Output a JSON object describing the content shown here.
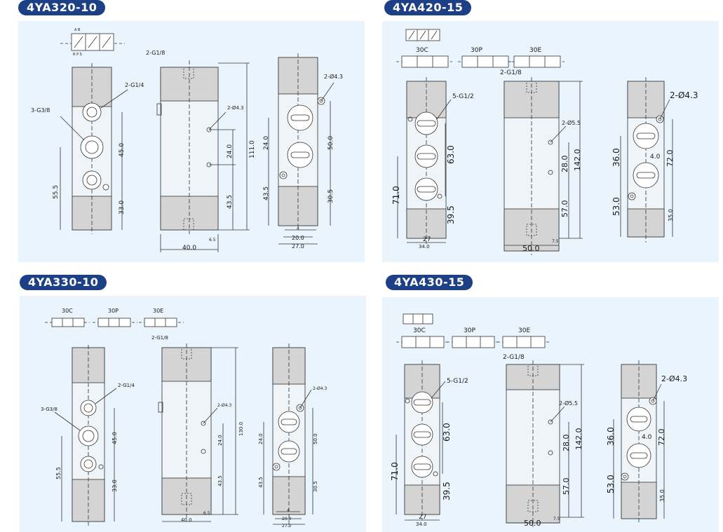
{
  "titles": {
    "q1": "4YA320-10",
    "q2": "4YA420-15",
    "q3": "4YA330-10",
    "q4": "4YA430-15"
  },
  "sym": {
    "c": "30C",
    "p": "30P",
    "e": "30E",
    "ab": "A  B",
    "rps": "R P S"
  },
  "q1": {
    "ports_small": "2-G1/4",
    "ports_big": "3-G3/8",
    "port_top": "2-G1/8",
    "hole_side": "2-Ø4.3",
    "hole_right": "2-Ø4.3",
    "d1": "55.5",
    "d2": "45.0",
    "d3": "33.0",
    "d4": "111.0",
    "d5": "24.0",
    "d6": "43.5",
    "d7": "6.5",
    "d8": "40.0",
    "d9": "24.0",
    "d10": "43.5",
    "d11": "50.0",
    "d12": "30.5",
    "d13": "4",
    "d14": "20.0",
    "d15": "27.0"
  },
  "q2": {
    "ports": "5-G1/2",
    "port_top": "2-G1/8",
    "hole_side": "2-Ø5.5",
    "hole_right": "2-Ø4.3",
    "d1": "71.0",
    "d2": "63.0",
    "d3": "39.5",
    "d4": "27",
    "d5": "34.0",
    "d6": "142.0",
    "d7": "28.0",
    "d8": "57.0",
    "d9": "7.5",
    "d10": "50.0",
    "d11": "36.0",
    "d12": "53.0",
    "d13": "72.0",
    "d14": "4.0",
    "d15": "35.0"
  },
  "q3": {
    "ports_small": "2-G1/4",
    "ports_big": "3-G3/8",
    "port_top": "2-G1/8",
    "hole_side": "2-Ø4.3",
    "hole_right": "2-Ø4.3",
    "d1": "55.5",
    "d2": "45.0",
    "d3": "33.0",
    "d4": "130.0",
    "d5": "24.0",
    "d6": "43.5",
    "d7": "6.5",
    "d8": "40.0",
    "d9": "24.0",
    "d10": "43.5",
    "d11": "50.0",
    "d12": "30.5",
    "d13": "4",
    "d14": "20.0",
    "d15": "27.0"
  },
  "q4": {
    "ports": "5-G1/2",
    "port_top": "2-G1/8",
    "hole_side": "2-Ø5.5",
    "hole_right": "2-Ø4.3",
    "d1": "71.0",
    "d2": "63.0",
    "d3": "39.5",
    "d4": "27",
    "d5": "34.0",
    "d6": "142.0",
    "d7": "28.0",
    "d8": "57.0",
    "d9": "7.5",
    "d10": "50.0",
    "d11": "36.0",
    "d12": "53.0",
    "d13": "72.0",
    "d14": "4.0",
    "d15": "35.0"
  }
}
